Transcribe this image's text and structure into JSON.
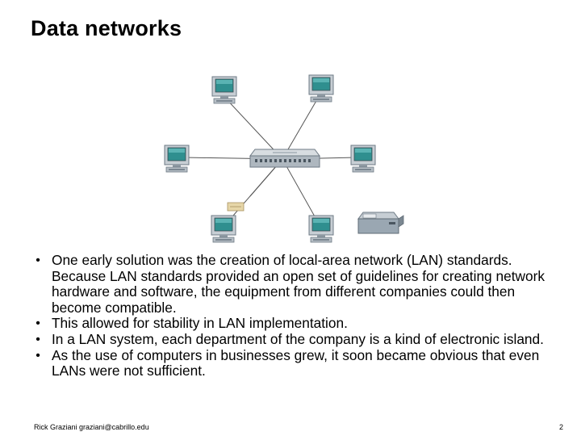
{
  "slide": {
    "title": "Data networks",
    "bullets": [
      "One early solution was the creation of local-area network (LAN) standards.  Because LAN standards provided an open set of guidelines for creating network hardware and software, the equipment from different companies could then become compatible.",
      "This allowed for stability in LAN implementation.",
      "In a LAN system, each department of the company is a kind of electronic island.",
      "As the use of computers in businesses grew, it soon became obvious that even LANs were not sufficient."
    ],
    "bullet_symbol": "•",
    "footer_left": "Rick Graziani graziani@cabrillo.edu",
    "page_number": "2"
  },
  "diagram": {
    "nodes": [
      {
        "name": "hub",
        "icon": "hub-icon"
      },
      {
        "name": "computer-top-left",
        "icon": "computer-icon"
      },
      {
        "name": "computer-top-right",
        "icon": "computer-icon"
      },
      {
        "name": "computer-middle-left",
        "icon": "computer-icon"
      },
      {
        "name": "computer-middle-right",
        "icon": "computer-icon"
      },
      {
        "name": "computer-bottom-left",
        "icon": "computer-icon"
      },
      {
        "name": "computer-bottom-center",
        "icon": "computer-icon"
      },
      {
        "name": "printer",
        "icon": "printer-icon"
      }
    ],
    "colors": {
      "device": "#9aa7b2",
      "screen": "#2f8f8f",
      "link": "#555555"
    }
  }
}
